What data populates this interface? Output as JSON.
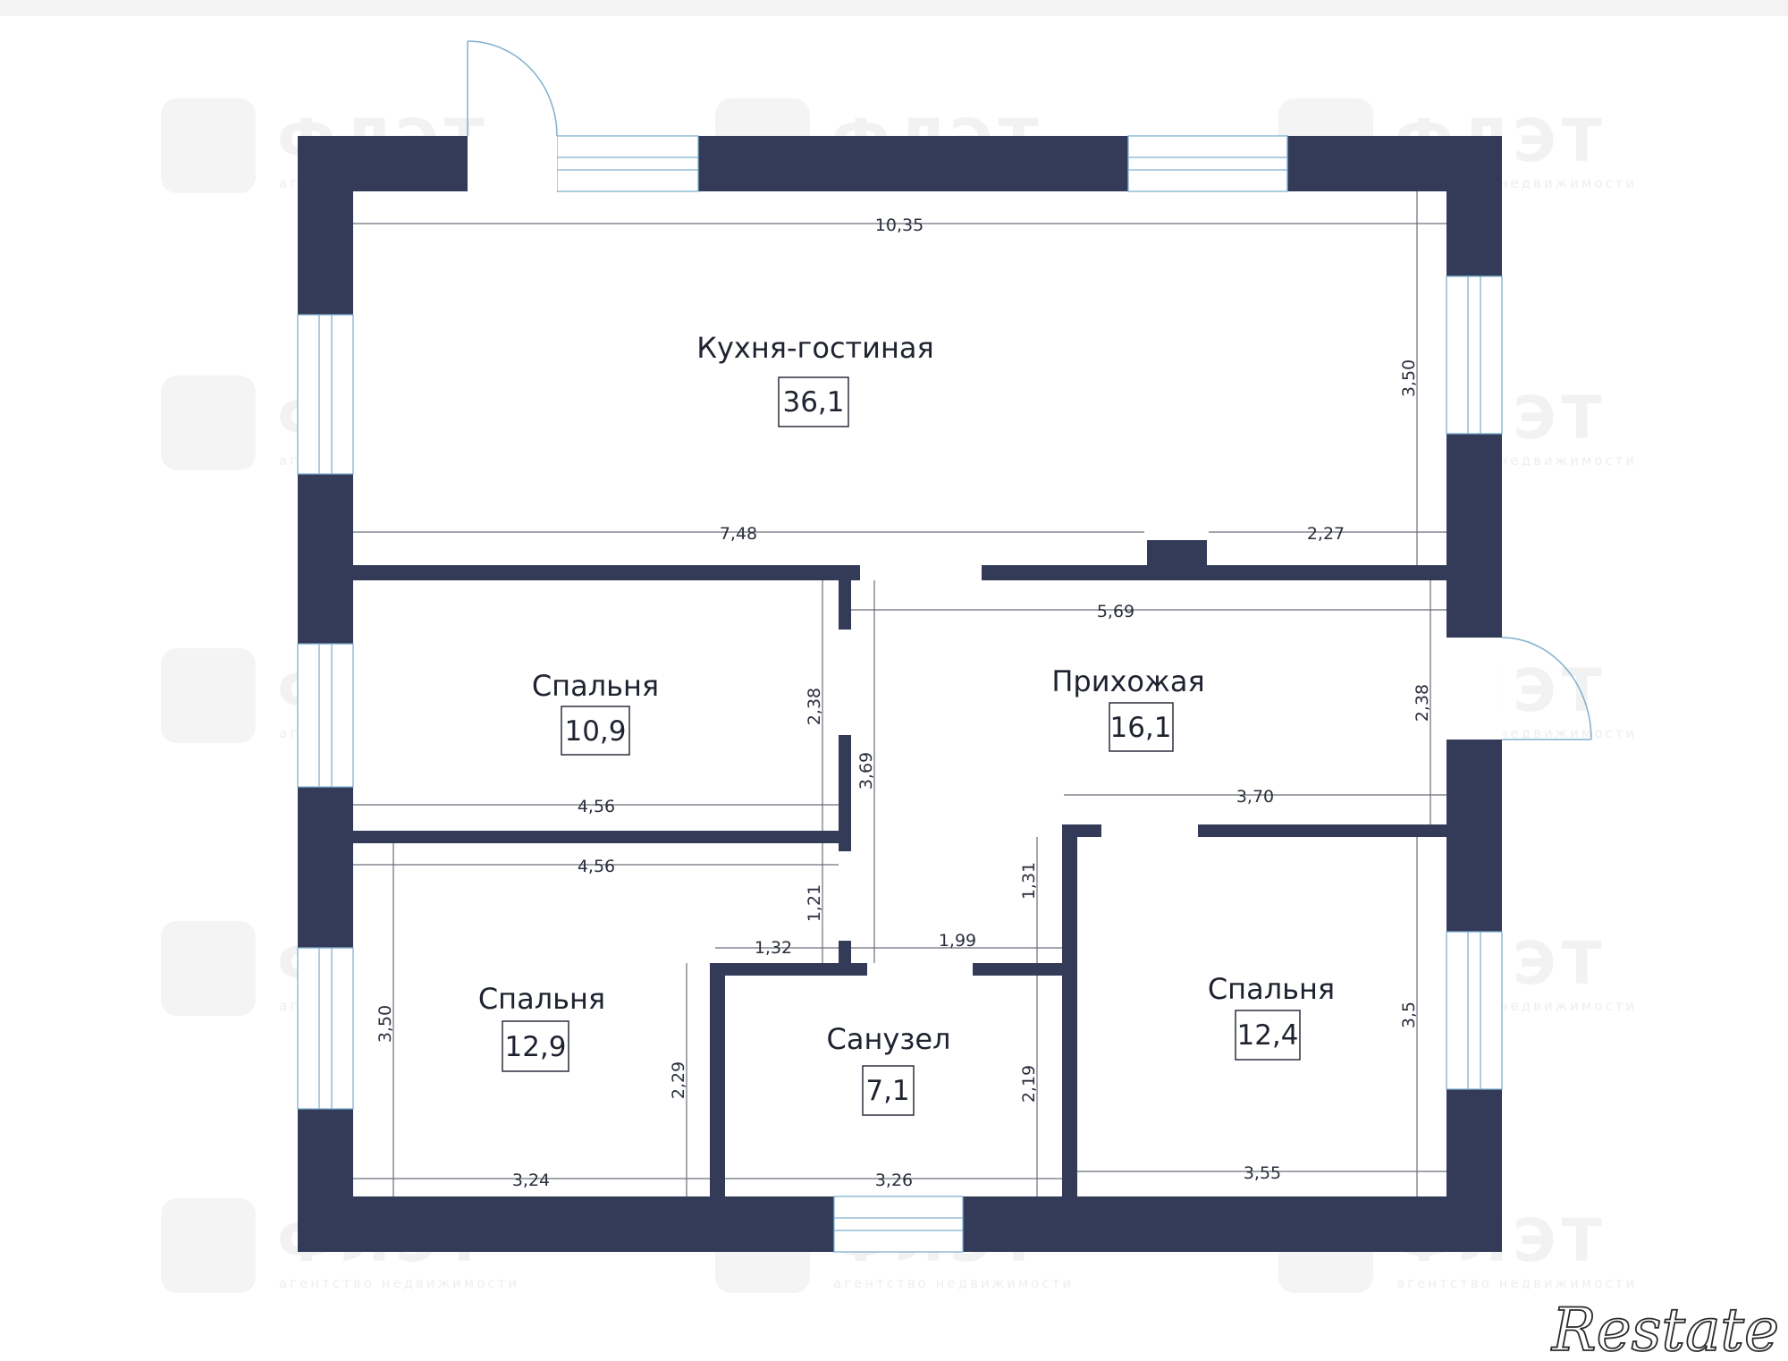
{
  "colors": {
    "wall": "#333b59",
    "window": "#7fb0d0",
    "text": "#1f2330"
  },
  "watermark": {
    "logo_text": "ФЛЭТ",
    "sub_text": "агентство недвижимости",
    "icon": "phi-logo-icon"
  },
  "brand": {
    "text": "Restate"
  },
  "rooms": [
    {
      "name": "Кухня-гостиная",
      "area": "36,1"
    },
    {
      "name": "Спальня",
      "area": "10,9"
    },
    {
      "name": "Прихожая",
      "area": "16,1"
    },
    {
      "name": "Спальня",
      "area": "12,9"
    },
    {
      "name": "Санузел",
      "area": "7,1"
    },
    {
      "name": "Спальня",
      "area": "12,4"
    }
  ],
  "dimensions": {
    "kitchen_width": "10,35",
    "kitchen_height": "3,50",
    "kitchen_left_width": "7,48",
    "kitchen_right_width": "2,27",
    "hall_width": "5,69",
    "hall_height": "3,69",
    "bed1_height": "2,38",
    "bed1_width": "4,56",
    "bed2_width": "4,56",
    "bed2_height": "3,50",
    "bed2_bottom_width": "3,24",
    "bed2_notch_height": "2,29",
    "corridor_1": "1,21",
    "corridor_2": "1,32",
    "corridor_3": "1,99",
    "corridor_4": "1,31",
    "bath_width": "3,26",
    "bath_height": "2,19",
    "entry_height": "2,38",
    "entry_width": "3,70",
    "bed3_height": "3,5",
    "bed3_width": "3,55"
  }
}
